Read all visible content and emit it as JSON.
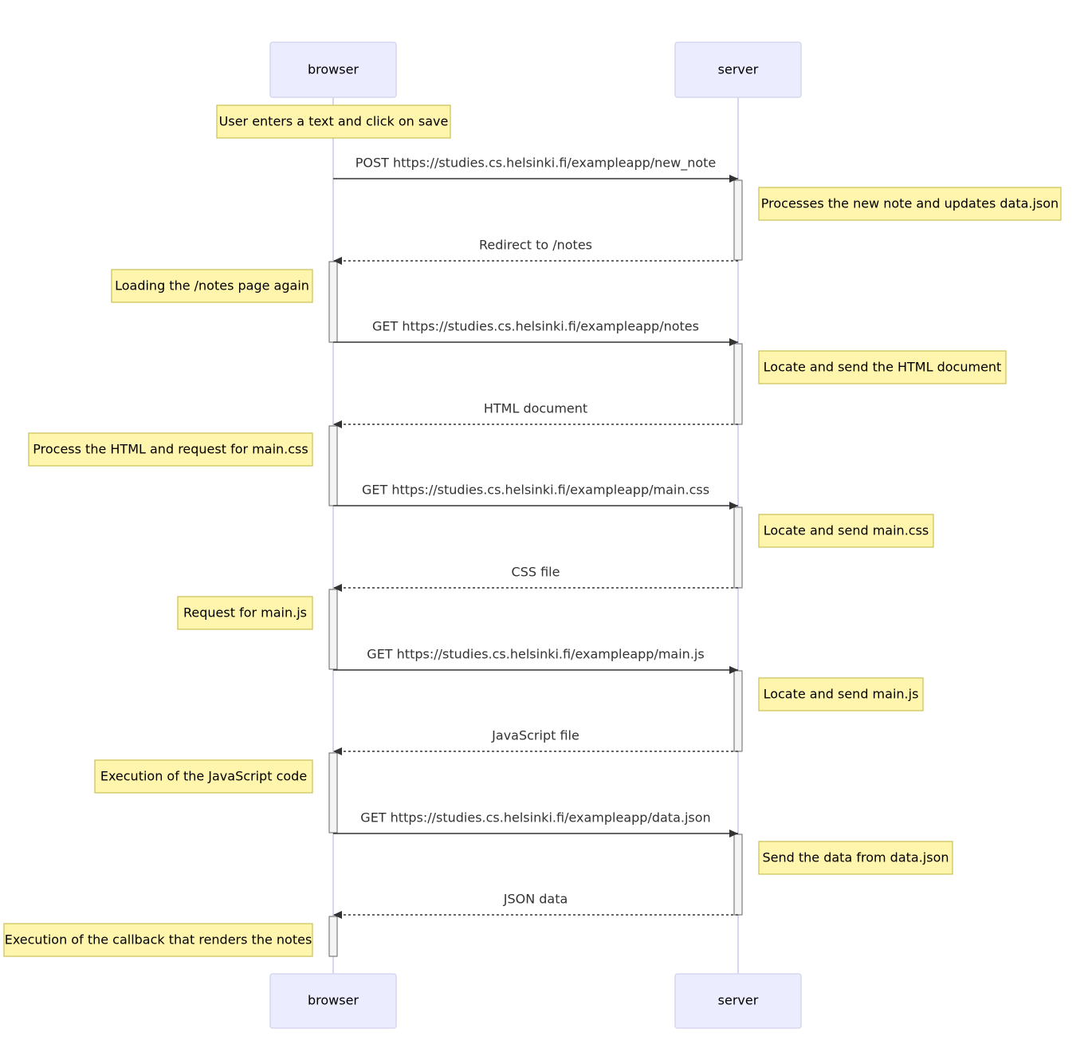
{
  "participants": [
    {
      "id": "browser",
      "label": "browser"
    },
    {
      "id": "server",
      "label": "server"
    }
  ],
  "steps": [
    {
      "kind": "note",
      "side": "over",
      "target": "browser",
      "text": "User enters a text and click on save"
    },
    {
      "kind": "message",
      "from": "browser",
      "to": "server",
      "style": "solid",
      "text": "POST https://studies.cs.helsinki.fi/exampleapp/new_note"
    },
    {
      "kind": "note",
      "side": "right",
      "target": "server",
      "text": "Processes the new note and updates data.json"
    },
    {
      "kind": "message",
      "from": "server",
      "to": "browser",
      "style": "dashed",
      "text": "Redirect to /notes"
    },
    {
      "kind": "note",
      "side": "left",
      "target": "browser",
      "text": "Loading the /notes page again"
    },
    {
      "kind": "message",
      "from": "browser",
      "to": "server",
      "style": "solid",
      "text": "GET https://studies.cs.helsinki.fi/exampleapp/notes"
    },
    {
      "kind": "note",
      "side": "right",
      "target": "server",
      "text": "Locate and send the HTML document"
    },
    {
      "kind": "message",
      "from": "server",
      "to": "browser",
      "style": "dashed",
      "text": "HTML document"
    },
    {
      "kind": "note",
      "side": "left",
      "target": "browser",
      "text": "Process the HTML and request for main.css"
    },
    {
      "kind": "message",
      "from": "browser",
      "to": "server",
      "style": "solid",
      "text": "GET https://studies.cs.helsinki.fi/exampleapp/main.css"
    },
    {
      "kind": "note",
      "side": "right",
      "target": "server",
      "text": "Locate and send main.css"
    },
    {
      "kind": "message",
      "from": "server",
      "to": "browser",
      "style": "dashed",
      "text": "CSS file"
    },
    {
      "kind": "note",
      "side": "left",
      "target": "browser",
      "text": "Request for main.js"
    },
    {
      "kind": "message",
      "from": "browser",
      "to": "server",
      "style": "solid",
      "text": "GET https://studies.cs.helsinki.fi/exampleapp/main.js"
    },
    {
      "kind": "note",
      "side": "right",
      "target": "server",
      "text": "Locate and send main.js"
    },
    {
      "kind": "message",
      "from": "server",
      "to": "browser",
      "style": "dashed",
      "text": "JavaScript file"
    },
    {
      "kind": "note",
      "side": "left",
      "target": "browser",
      "text": "Execution of the JavaScript code"
    },
    {
      "kind": "message",
      "from": "browser",
      "to": "server",
      "style": "solid",
      "text": "GET https://studies.cs.helsinki.fi/exampleapp/data.json"
    },
    {
      "kind": "note",
      "side": "right",
      "target": "server",
      "text": "Send the data from data.json"
    },
    {
      "kind": "message",
      "from": "server",
      "to": "browser",
      "style": "dashed",
      "text": "JSON data"
    },
    {
      "kind": "note",
      "side": "left",
      "target": "browser",
      "text": "Execution of the callback that renders the notes"
    }
  ]
}
